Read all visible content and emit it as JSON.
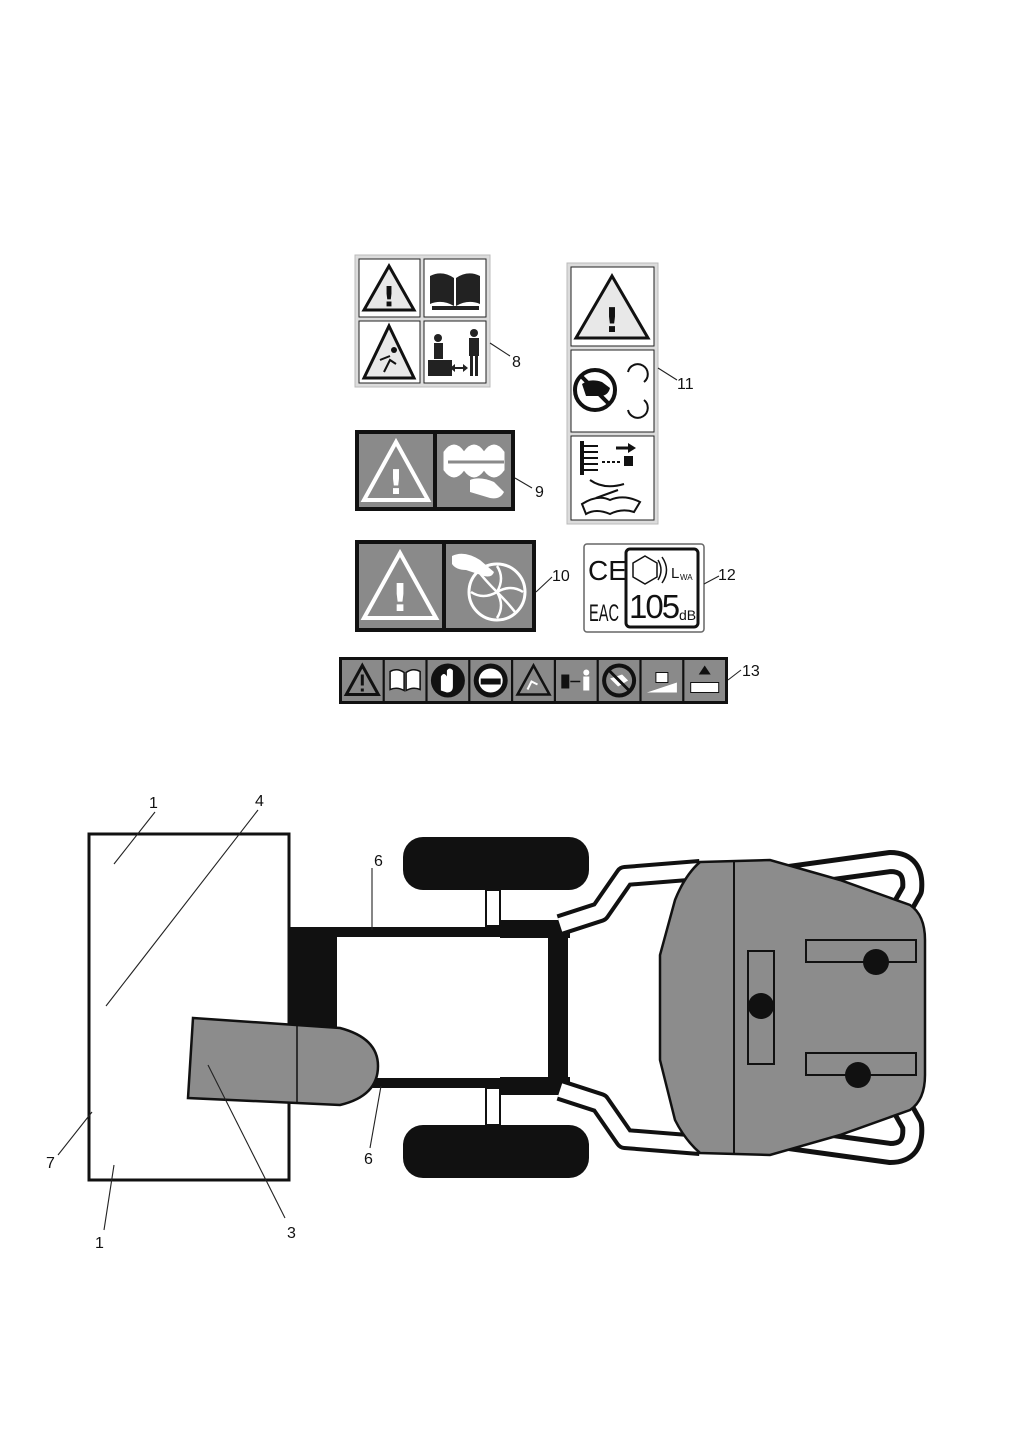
{
  "title": "",
  "decal_callouts": {
    "d8": "8",
    "d9": "9",
    "d10": "10",
    "d11": "11",
    "d12": "12",
    "d13": "13"
  },
  "noise_label": {
    "ce_mark": "CE",
    "eac_mark": "EAC",
    "lwa_symbol": "L",
    "lwa_subscript": "WA",
    "sound_power_value": "105",
    "sound_power_unit": "dB"
  },
  "machine_callouts": {
    "c1_top": "1",
    "c1_bottom": "1",
    "c3": "3",
    "c4": "4",
    "c6_top": "6",
    "c6_bottom": "6",
    "c7": "7"
  },
  "decal_13_icons": [
    "warning-icon",
    "manual-icon",
    "gloves-icon",
    "helmet-icon",
    "thrown-objects-icon",
    "distance-icon",
    "no-hand-icon",
    "slope-icon",
    "maintenance-icon"
  ],
  "colors": {
    "decal_gray": "#8a8a8a",
    "decal_light": "#dcdcdc",
    "machine_gray": "#8c8c8c",
    "ink": "#111111"
  }
}
